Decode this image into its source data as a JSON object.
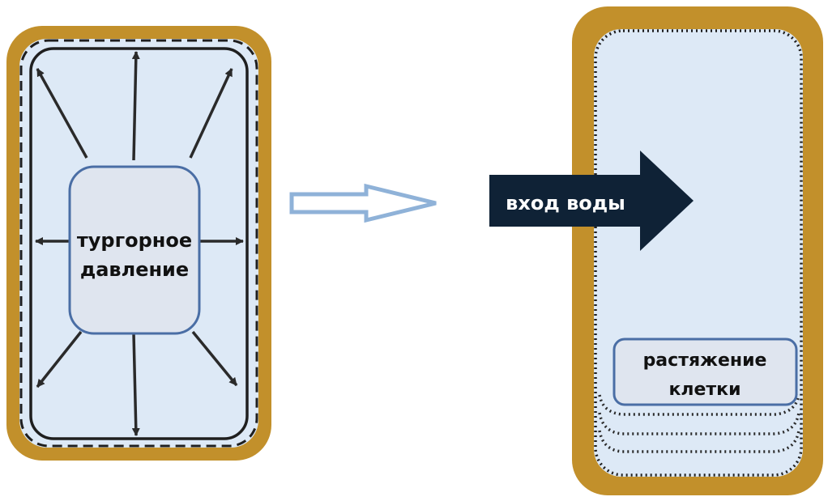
{
  "labels": {
    "turgor_line1": "тургорное",
    "turgor_line2": "давление",
    "water_entry": "вход воды",
    "stretch_line1": "растяжение",
    "stretch_line2": "клетки"
  },
  "colors": {
    "cell_wall": "#c2902b",
    "cytoplasm": "#dde9f6",
    "vacuole_fill": "#dfe5ef",
    "vacuole_border": "#4a6ea5",
    "membrane_line": "#1f1f1f",
    "pressure_arrow": "#2a2a2a",
    "transition_arrow": "#8fb2d8",
    "water_arrow": "#0f2236",
    "water_label": "#ffffff"
  },
  "icons": {
    "transition": "hollow-right-arrow",
    "water_entry": "solid-right-arrow"
  }
}
